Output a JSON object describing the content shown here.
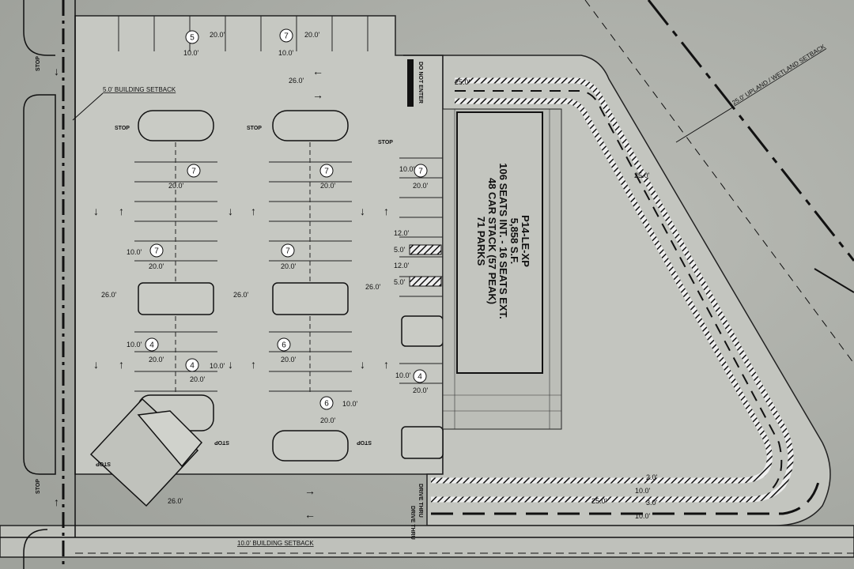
{
  "building": {
    "lines": [
      "P14-LE-XP",
      "5,858 S.F.",
      "106 SEATS INT. - 16 SEATS EXT.",
      "48 CAR STACK (57 PEAK)",
      "71 PARKS"
    ]
  },
  "setbacks": {
    "building_west": "5.0' BUILDING SETBACK",
    "building_south": "10.0' BUILDING SETBACK",
    "wetland": "25.0' UPLAND / WETLAND SETBACK"
  },
  "signs": {
    "do_not_enter": "DO NOT ENTER",
    "stop": "STOP",
    "drive_thru": "DRIVE THRU"
  },
  "stall_counts": [
    "5",
    "7",
    "7",
    "7",
    "7",
    "7",
    "7",
    "4",
    "6",
    "4",
    "4",
    "6"
  ],
  "dimensions": {
    "stall_depth": "20.0'",
    "stall_width": "10.0'",
    "aisle": "26.0'",
    "drive_thru_lane": "25.0'",
    "ada_stall": "12.0'",
    "ada_aisle": "5.0'",
    "curb": "2.0'",
    "lane": "10.0'",
    "stripe": "3.0'"
  },
  "colors": {
    "background": "#a9aca6",
    "pavement": "#c6c8c2",
    "linework": "#111111"
  }
}
